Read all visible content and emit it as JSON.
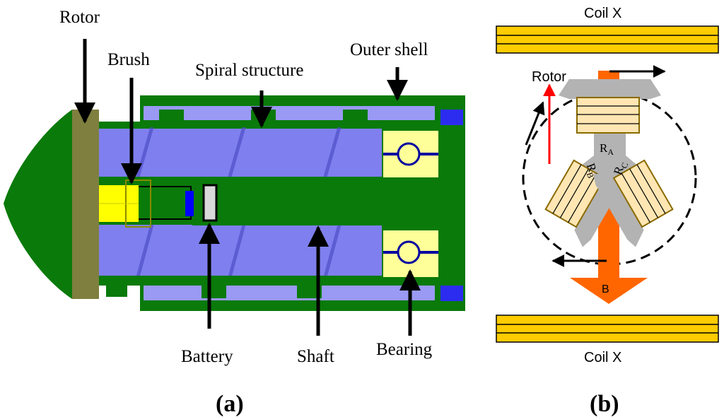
{
  "panel_a": {
    "labels": {
      "rotor": "Rotor",
      "brush": "Brush",
      "spiral": "Spiral structure",
      "outer_shell": "Outer shell",
      "battery": "Battery",
      "shaft": "Shaft",
      "bearing": "Bearing"
    },
    "caption_letter": "a"
  },
  "panel_b": {
    "coil_top": "Coil X",
    "coil_bottom": "Coil X",
    "rotor": "Rotor",
    "ra_letter": "R",
    "ra_sub": "A",
    "rb_letter": "R",
    "rb_sub": "B",
    "rc_letter": "R",
    "rc_sub": "C",
    "field": "B",
    "caption_letter": "b"
  },
  "colors": {
    "dark_green": "#0a7a0a",
    "rotor_olive": "#7f7f3f",
    "spiral_blue": "#7f7fef",
    "bearing_yellow": "#ffff99",
    "brush_yellow": "#ffff00",
    "coil_gold": "#ffcc00",
    "field_orange": "#ff6600",
    "stator_gray": "#b3b3b3",
    "winding_tan": "#ffe6b3",
    "rotor_arrow_red": "#ff0000"
  }
}
